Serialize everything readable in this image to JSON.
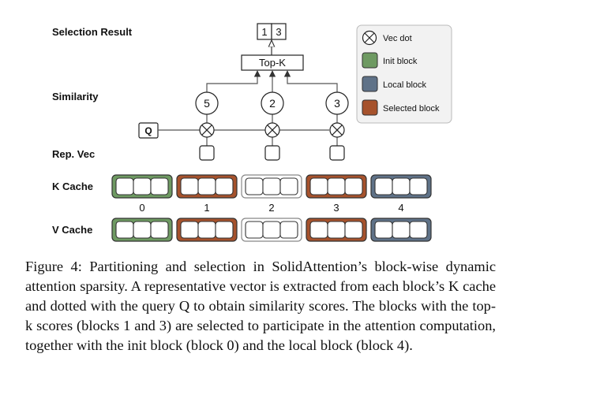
{
  "diagram": {
    "row_labels": {
      "selection_result": "Selection Result",
      "similarity": "Similarity",
      "rep_vec": "Rep. Vec",
      "k_cache": "K Cache",
      "v_cache": "V Cache"
    },
    "selection_result": [
      "1",
      "3"
    ],
    "topk_label": "Top-K",
    "query_label": "Q",
    "similarity_scores": [
      "5",
      "2",
      "3"
    ],
    "block_indices": [
      "0",
      "1",
      "2",
      "3",
      "4"
    ],
    "block_types": [
      "init",
      "selected",
      "unselected",
      "selected",
      "local"
    ],
    "colors": {
      "init": "#6e9a62",
      "local": "#5f7288",
      "selected": "#a6522c",
      "unselected": "#ffffff",
      "legend_bg": "#f2f2f2"
    },
    "legend": [
      {
        "key": "vec_dot",
        "label": "Vec dot"
      },
      {
        "key": "init",
        "label": "Init block"
      },
      {
        "key": "local",
        "label": "Local block"
      },
      {
        "key": "selected",
        "label": "Selected block"
      }
    ]
  },
  "caption": {
    "label": "Figure 4:",
    "text": " Partitioning and selection in SolidAttention’s block-wise dynamic attention sparsity. A representative vector is extracted from each block’s K cache and dotted with the query Q to obtain similarity scores. The blocks with the top-k scores (blocks 1 and 3) are selected to participate in the attention computation, together with the init block (block 0) and the local block (block 4)."
  }
}
